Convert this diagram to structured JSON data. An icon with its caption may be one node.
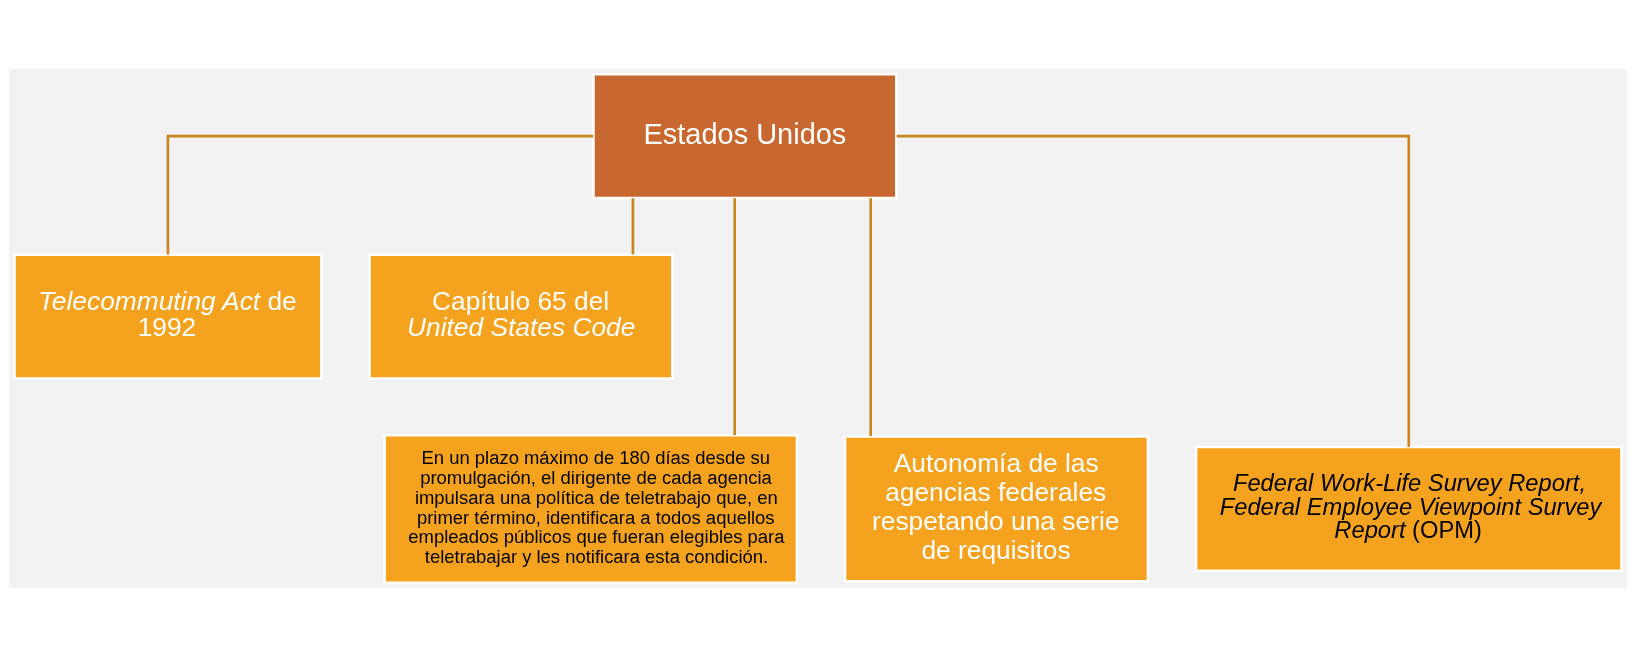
{
  "diagram": {
    "nodes": [
      {
        "text": [
          "Estados Unidos"
        ]
      },
      {
        "text": [
          "*Telecommuting Act* de 1992"
        ]
      },
      {
        "text": [
          "Capítulo 65 del *United States Code*"
        ]
      },
      {
        "text": [
          "En un plazo máximo de 180 días desde su promulgación, el dirigente de cada agencia impulsara una política de teletrabajo que, en primer término, identificara a todos aquellos empleados públicos que fueran elegibles para teletrabajar y les notificara esta condición."
        ]
      },
      {
        "text": [
          "Autonomía de las agencias federales respetando una serie de requisitos"
        ]
      },
      {
        "text": [
          "*Federal Work-Life Survey Report, Federal Employee Viewpoint Survey Report* (OPM)"
        ]
      }
    ],
    "edges": [
      {
        "from": 0,
        "to": 1,
        "arrow": "none"
      },
      {
        "from": 0,
        "to": 2,
        "arrow": "none"
      },
      {
        "from": 0,
        "to": 3,
        "arrow": "none"
      },
      {
        "from": 0,
        "to": 4,
        "arrow": "none"
      },
      {
        "from": 0,
        "to": 5,
        "arrow": "none"
      }
    ]
  }
}
